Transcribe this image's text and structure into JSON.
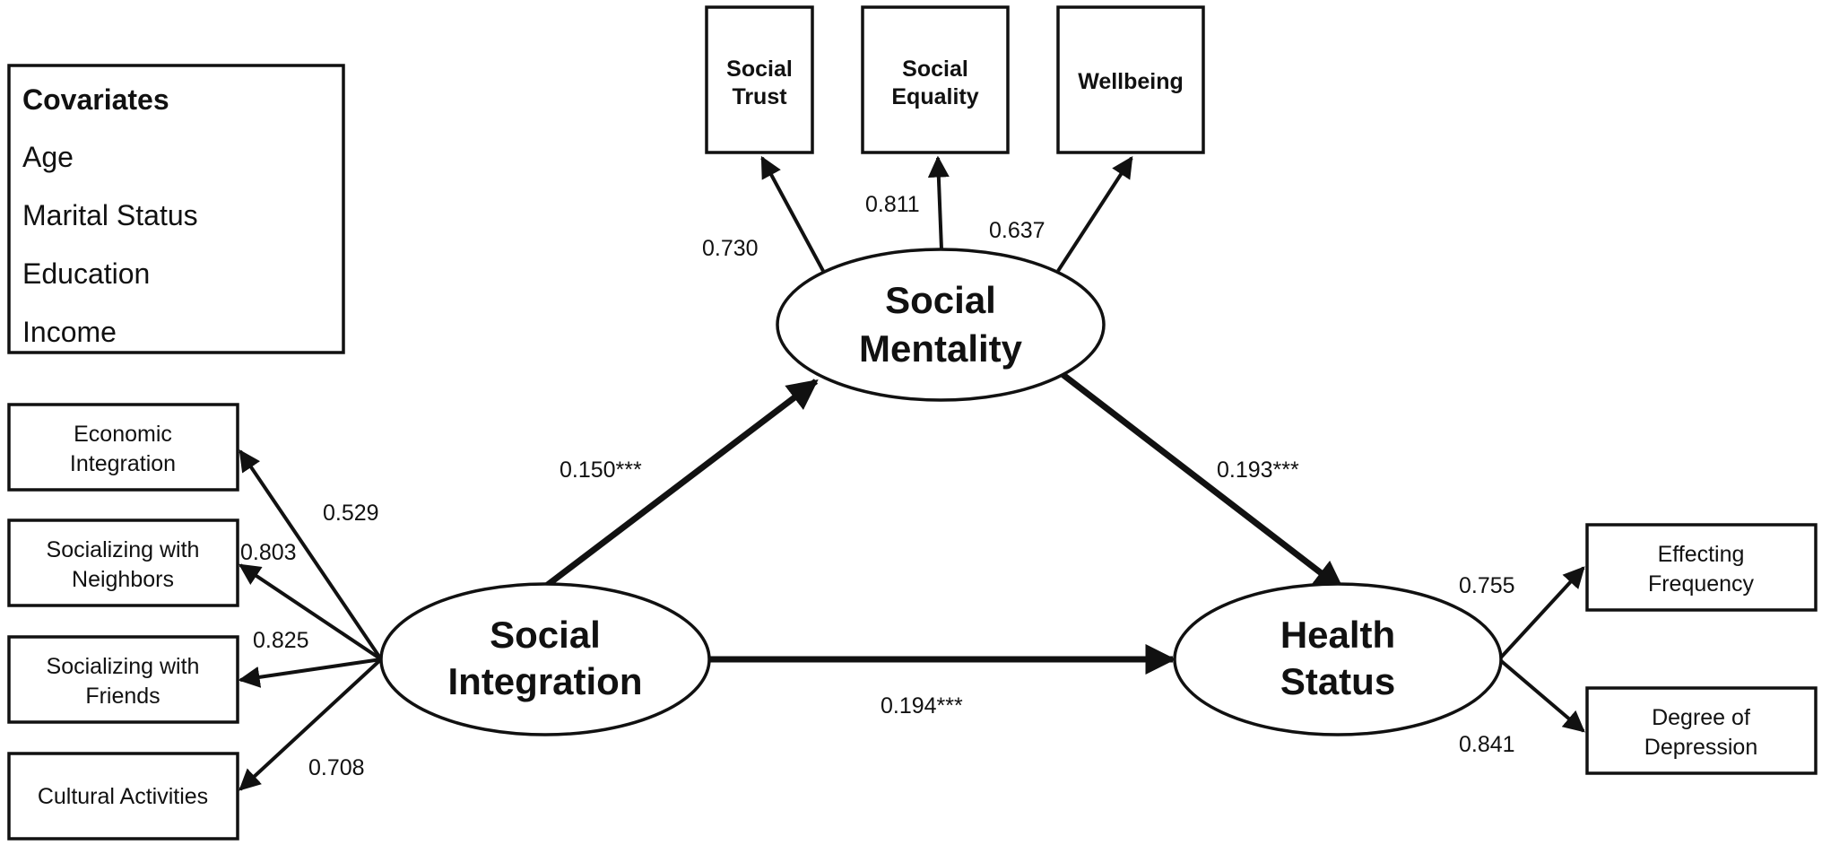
{
  "covariates": {
    "title": "Covariates",
    "items": [
      "Age",
      "Marital Status",
      "Education",
      "Income"
    ]
  },
  "latent": {
    "social_integration": [
      "Social",
      "Integration"
    ],
    "social_mentality": [
      "Social",
      "Mentality"
    ],
    "health_status": [
      "Health",
      "Status"
    ]
  },
  "indicators": {
    "social_trust": [
      "Social",
      "Trust"
    ],
    "social_equality": [
      "Social",
      "Equality"
    ],
    "wellbeing": [
      "Wellbeing"
    ],
    "economic_integration": [
      "Economic",
      "Integration"
    ],
    "socializing_neighbors": [
      "Socializing with",
      "Neighbors"
    ],
    "socializing_friends": [
      "Socializing with",
      "Friends"
    ],
    "cultural_activities": [
      "Cultural Activities"
    ],
    "effecting_frequency": [
      "Effecting",
      "Frequency"
    ],
    "degree_depression": [
      "Degree of",
      "Depression"
    ]
  },
  "coefficients": {
    "social_trust": "0.730",
    "social_equality": "0.811",
    "wellbeing": "0.637",
    "economic_integration": "0.529",
    "socializing_neighbors": "0.803",
    "socializing_friends": "0.825",
    "cultural_activities": "0.708",
    "effecting_frequency": "0.755",
    "degree_depression": "0.841",
    "integration_to_mentality": "0.150***",
    "mentality_to_health": "0.193***",
    "integration_to_health": "0.194***"
  }
}
